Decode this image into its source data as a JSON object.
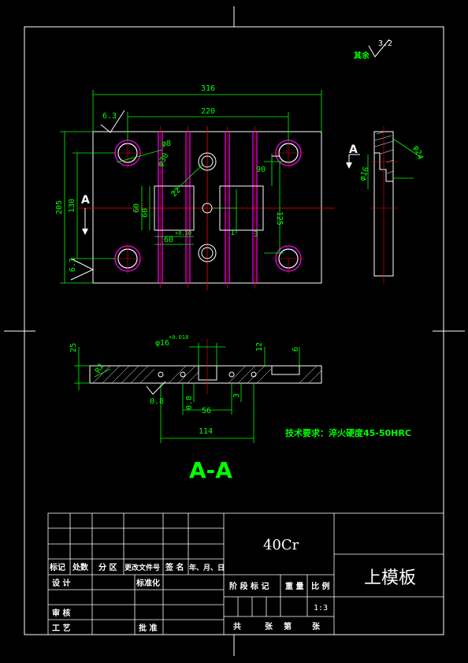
{
  "drawing": {
    "material": "40Cr",
    "part_name": "上模板",
    "scale": "1:3",
    "tech_requirement": "技术要求：淬火硬度45-50HRC",
    "section_label": "A-A",
    "roughness_rest": "其余",
    "roughness_rest_value": "3.2"
  },
  "plan_view": {
    "dim_width": "316",
    "dim_inner_width": "220",
    "dim_height": "205",
    "dim_inner_height": "130",
    "roughness_top": "6.3",
    "roughness_left": "6.3",
    "dim_phi30": "φ30",
    "dim_phi8": "φ8",
    "dim_22": "22",
    "dim_90": "90",
    "dim_125": "125",
    "dim_60a": "60",
    "dim_60b": "60",
    "dim_60_tol": "+0.10",
    "dim_1": "1",
    "dim_3": "3",
    "section_mark_left": "A",
    "section_mark_right": "A"
  },
  "section_view": {
    "dim_25": "25",
    "dim_phi16": "φ16",
    "dim_phi16_tol": "+0.018",
    "dim_12": "12",
    "dim_6": "6",
    "dim_r2": "R2",
    "dim_0_8": "0.8",
    "dim_0_8b": "0.8",
    "dim_56": "56",
    "dim_3": "3",
    "dim_114": "114"
  },
  "side_view": {
    "dim_phi24": "φ24",
    "dim_phi16": "φ16"
  },
  "title_block": {
    "col_mark": "标记",
    "col_count": "处数",
    "col_zone": "分 区",
    "col_doc": "更改文件号",
    "col_sign": "签 名",
    "col_date": "年、月、日",
    "row_design": "设 计",
    "row_standard": "标准化",
    "row_review": "审 核",
    "row_process": "工 艺",
    "row_approve": "批 准",
    "stage_mark": "阶 段 标 记",
    "weight": "重 量",
    "scale_label": "比 例",
    "total": "共",
    "sheets": "张",
    "sheet_no": "第",
    "sheet_unit": "张"
  }
}
